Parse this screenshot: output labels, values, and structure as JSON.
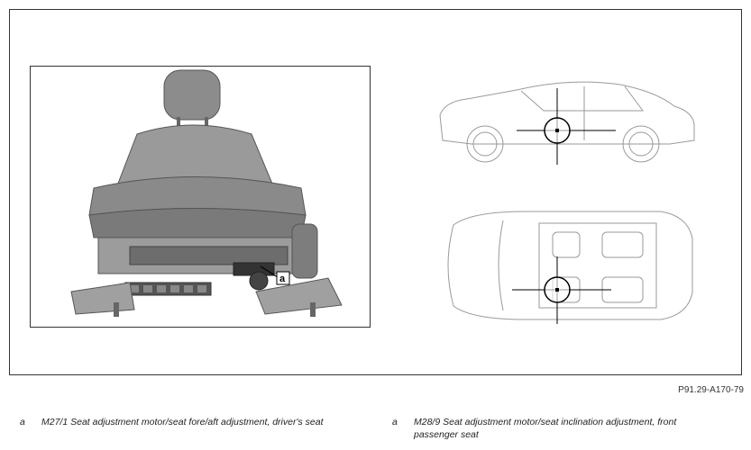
{
  "figure_code": "P91.29-A170-79",
  "callout": "a",
  "legend": [
    {
      "key": "a",
      "text": "M27/1 Seat adjustment motor/seat fore/aft adjustment, driver's seat"
    },
    {
      "key": "a",
      "text": "M28/9 Seat adjustment motor/seat inclination adjustment, front passenger seat"
    }
  ]
}
